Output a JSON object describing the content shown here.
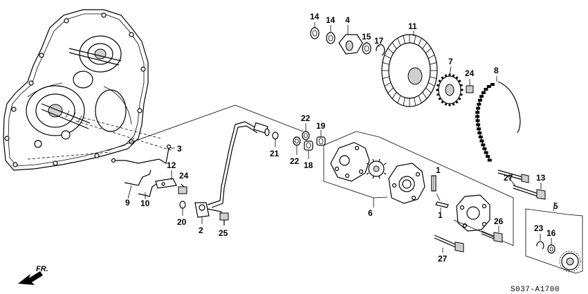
{
  "diagram": {
    "code": "S037-A1700",
    "direction_label": "FR.",
    "callouts": {
      "c1a": "1",
      "c1b": "1",
      "c2": "2",
      "c3": "3",
      "c4": "4",
      "c5": "5",
      "c6": "6",
      "c7": "7",
      "c8": "8",
      "c9": "9",
      "c10": "10",
      "c11": "11",
      "c12": "12",
      "c13": "13",
      "c14a": "14",
      "c14b": "14",
      "c15": "15",
      "c16": "16",
      "c17": "17",
      "c18": "18",
      "c19": "19",
      "c20": "20",
      "c21": "21",
      "c22a": "22",
      "c22b": "22",
      "c23": "23",
      "c24a": "24",
      "c24b": "24",
      "c25": "25",
      "c26": "26",
      "c27a": "27",
      "c27b": "27"
    }
  }
}
